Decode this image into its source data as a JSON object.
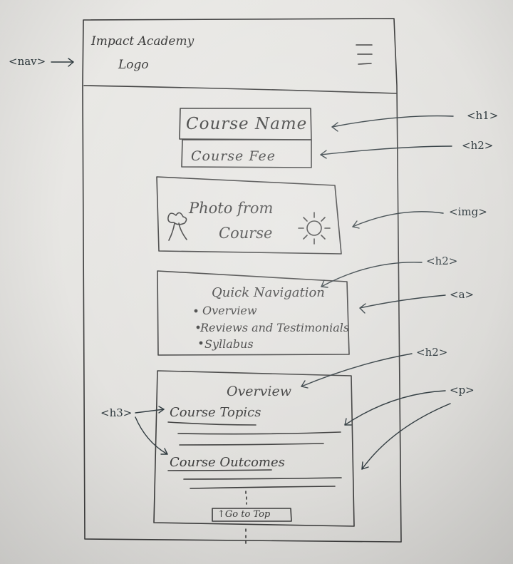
{
  "nav": {
    "logo_line1": "Impact Academy",
    "logo_line2": "Logo",
    "menu_icon": "hamburger-menu-icon"
  },
  "header_boxes": {
    "course_name": "Course Name",
    "course_fee": "Course Fee"
  },
  "photo_box": {
    "line1": "Photo from",
    "line2": "Course",
    "icons": [
      "tree-icon",
      "sun-icon"
    ]
  },
  "quick_nav": {
    "title": "Quick Navigation",
    "items": [
      "Overview",
      "Reviews and Testimonials",
      "Syllabus"
    ]
  },
  "overview": {
    "title": "Overview",
    "topics_heading": "Course Topics",
    "outcomes_heading": "Course Outcomes",
    "go_to_top": "↑Go to Top"
  },
  "annotations": {
    "nav": "<nav>",
    "h1": "<h1>",
    "h2_fee": "<h2>",
    "img": "<img>",
    "h2_quick_nav": "<h2>",
    "a": "<a>",
    "h2_overview": "<h2>",
    "p": "<p>",
    "h3": "<h3>"
  }
}
